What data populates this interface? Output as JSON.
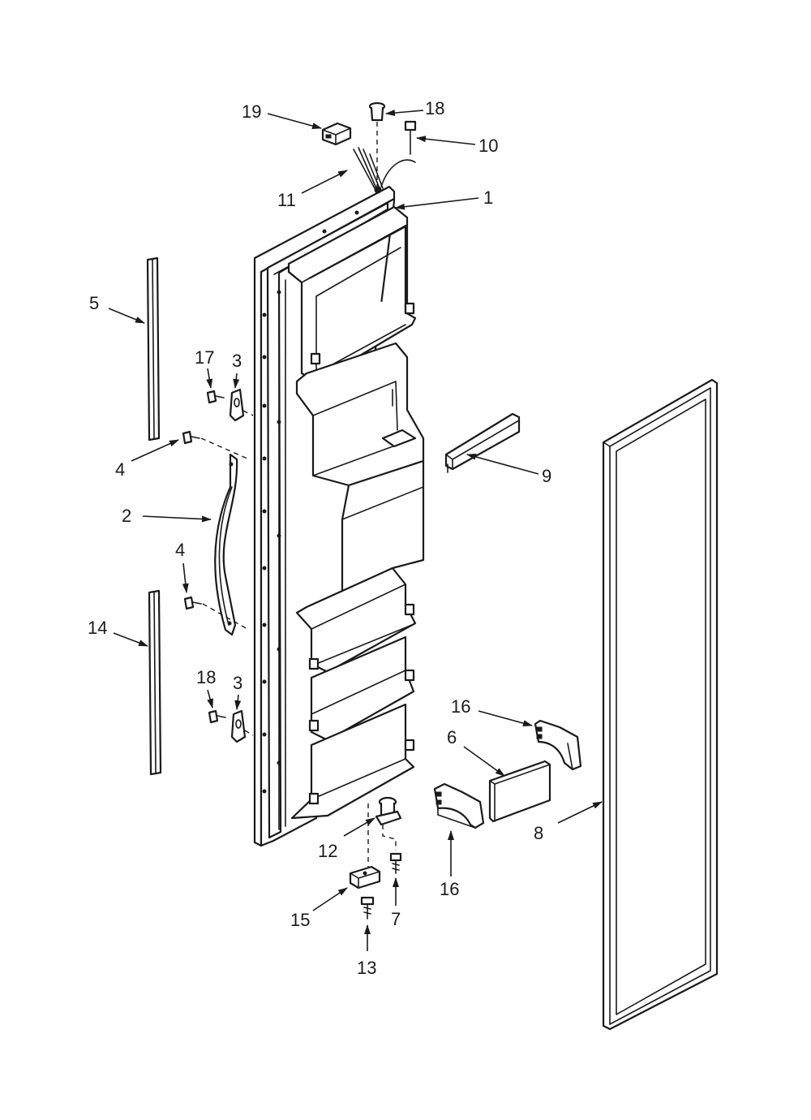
{
  "diagram": {
    "callouts": [
      {
        "id": "c1",
        "label": "1"
      },
      {
        "id": "c2",
        "label": "2"
      },
      {
        "id": "c3a",
        "label": "3"
      },
      {
        "id": "c3b",
        "label": "3"
      },
      {
        "id": "c4a",
        "label": "4"
      },
      {
        "id": "c4b",
        "label": "4"
      },
      {
        "id": "c5",
        "label": "5"
      },
      {
        "id": "c6",
        "label": "6"
      },
      {
        "id": "c7",
        "label": "7"
      },
      {
        "id": "c8",
        "label": "8"
      },
      {
        "id": "c9",
        "label": "9"
      },
      {
        "id": "c10",
        "label": "10"
      },
      {
        "id": "c11",
        "label": "11"
      },
      {
        "id": "c12",
        "label": "12"
      },
      {
        "id": "c13",
        "label": "13"
      },
      {
        "id": "c14",
        "label": "14"
      },
      {
        "id": "c15",
        "label": "15"
      },
      {
        "id": "c16a",
        "label": "16"
      },
      {
        "id": "c16b",
        "label": "16"
      },
      {
        "id": "c17",
        "label": "17"
      },
      {
        "id": "c18a",
        "label": "18"
      },
      {
        "id": "c18b",
        "label": "18"
      },
      {
        "id": "c19",
        "label": "19"
      }
    ]
  }
}
